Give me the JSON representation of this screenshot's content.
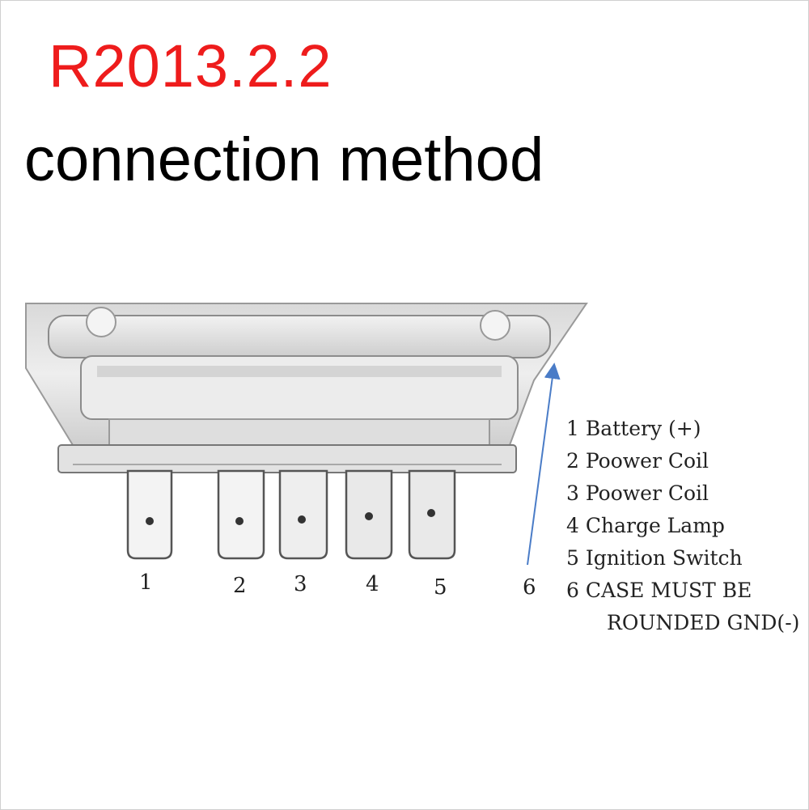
{
  "header": {
    "model": "R2013.2.2",
    "subtitle": "connection method"
  },
  "diagram": {
    "pin_labels": [
      "1",
      "2",
      "3",
      "4",
      "5",
      "6"
    ],
    "legend": [
      "1 Battery (+)",
      "2 Poower Coil",
      "3 Poower Coil",
      "4 Charge Lamp",
      "5 Ignition Switch",
      "6 CASE MUST BE"
    ],
    "legend_continuation": "ROUNDED GND(-)"
  },
  "colors": {
    "model_text": "#ee1c1c",
    "arrow": "#4a7cc7"
  }
}
